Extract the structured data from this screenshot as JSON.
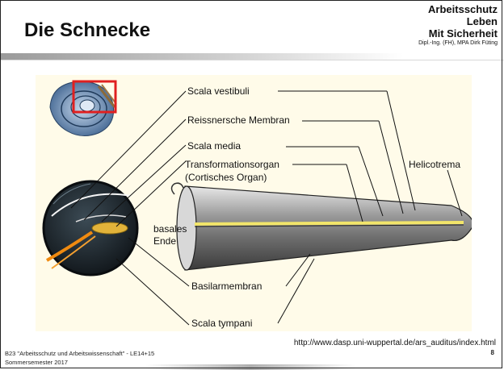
{
  "header": {
    "title": "Die Schnecke",
    "brand_line1": "Arbeitsschutz",
    "brand_line2": "Leben",
    "brand_line3": "Mit Sicherheit",
    "author": "Dipl.-Ing. (FH), MPA Dirk Füting"
  },
  "diagram": {
    "labels": {
      "scala_vestibuli": "Scala vestibuli",
      "reissner": "Reissnersche Membran",
      "scala_media": "Scala media",
      "transformation_1": "Transformationsorgan",
      "transformation_2": "(Cortisches Organ)",
      "helicotrema": "Helicotrema",
      "basales_1": "basales",
      "basales_2": "Ende",
      "basilar": "Basilarmembran",
      "scala_tympani": "Scala tympani"
    }
  },
  "source_url": "http://www.dasp.uni-wuppertal.de/ars_auditus/index.html",
  "footer": {
    "line1": "B23 \"Arbeitsschutz und Arbeitswissenschaft\" - LE14+15",
    "line2": "Sommersemester 2017",
    "page": "8"
  }
}
